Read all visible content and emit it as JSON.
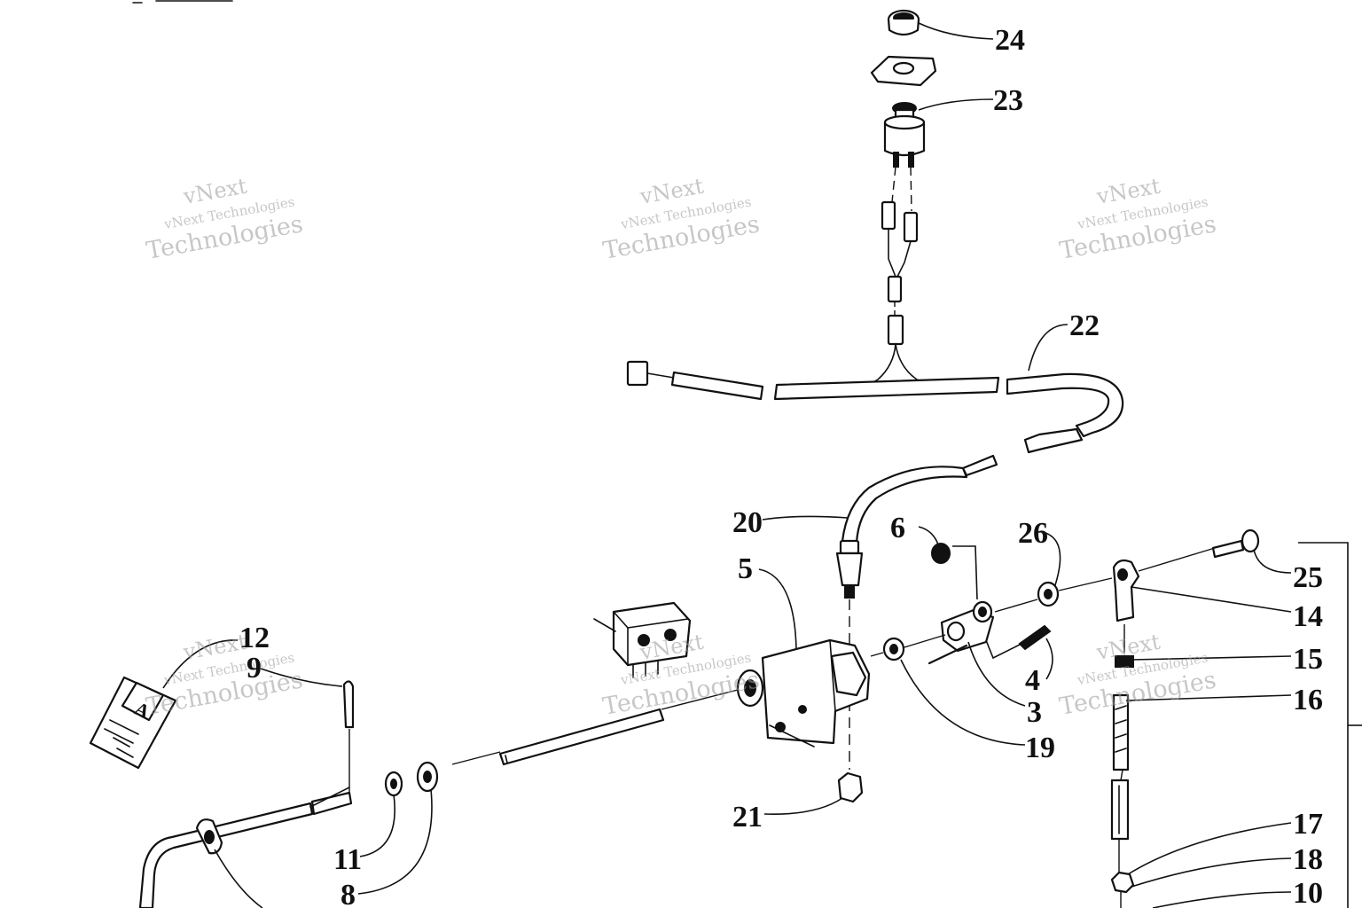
{
  "watermark": {
    "line1": "vNext Technologies",
    "line2": "vNext",
    "line3": "Technologies"
  },
  "callouts": {
    "c3": "3",
    "c4": "4",
    "c5": "5",
    "c6": "6",
    "c8": "8",
    "c9": "9",
    "c10": "10",
    "c11": "11",
    "c12": "12",
    "c14": "14",
    "c15": "15",
    "c16": "16",
    "c17": "17",
    "c18": "18",
    "c19": "19",
    "c20": "20",
    "c21": "21",
    "c22": "22",
    "c23": "23",
    "c24": "24",
    "c25": "25",
    "c26": "26"
  },
  "colors": {
    "ink": "#111111",
    "paper": "#ffffff",
    "watermark": "#9a9a9a"
  }
}
